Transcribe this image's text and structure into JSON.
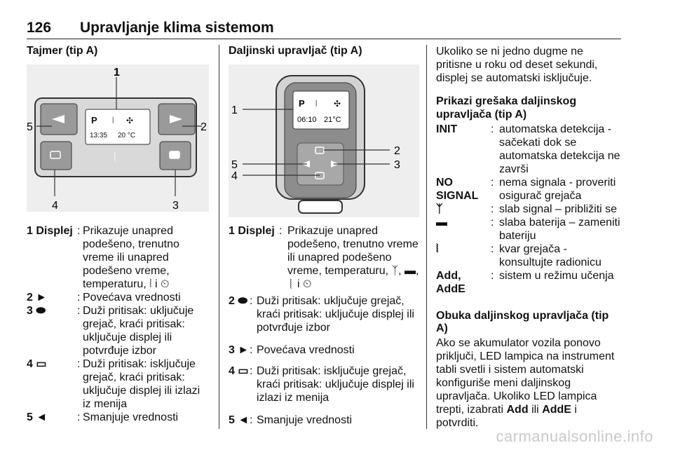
{
  "header": {
    "page_number": "126",
    "title": "Upravljanje klima sistemom"
  },
  "col1": {
    "title": "Tajmer (tip A)",
    "figure": {
      "screen_line1": "P",
      "screen_time": "13:35",
      "screen_temp": "20 °C",
      "callouts": [
        "1",
        "2",
        "3",
        "4",
        "5"
      ]
    },
    "items": [
      {
        "term": "1 Displej",
        "def": "Prikazuje unapred podešeno, trenutno vreme ili unapred podešeno vreme, temperaturu, ⦚ i ⏲"
      },
      {
        "term": "2 ►",
        "def": "Povećava vrednosti"
      },
      {
        "term": "3 ⬬",
        "def": "Duži pritisak: uključuje grejač, kraći pritisak: uključuje displej ili potvrđuje izbor"
      },
      {
        "term": "4 ▭",
        "def": "Duži pritisak: isključuje grejač, kraći pritisak: uključuje displej ili izlazi iz menija"
      },
      {
        "term": "5 ◄",
        "def": "Smanjuje vrednosti"
      }
    ]
  },
  "col2": {
    "title": "Daljinski upravljač (tip A)",
    "figure": {
      "screen_line1": "P",
      "screen_time": "06:10",
      "screen_temp": "21°C",
      "callouts": [
        "1",
        "2",
        "3",
        "4",
        "5"
      ]
    },
    "items": [
      {
        "term": "1 Displej",
        "def": "Prikazuje unapred podešeno, trenutno vreme ili unapred podešeno vreme, temperaturu, ᛉ, ▬, ⦚ i ⏲"
      },
      {
        "term": "2 ⬬",
        "def": "Duži pritisak: uključuje grejač, kraći pritisak: uključuje displej ili potvrđuje izbor"
      },
      {
        "term": "3 ►",
        "def": "Povećava vrednosti"
      },
      {
        "term": "4 ▭",
        "def": "Duži pritisak: isključuje grejač, kraći pritisak: uključuje displej ili izlazi iz menija"
      },
      {
        "term": "5 ◄",
        "def": "Smanjuje vrednosti"
      }
    ]
  },
  "col3": {
    "intro": "Ukoliko se ni jedno dugme ne pritisne u roku od deset sekundi, displej se automatski isključuje.",
    "errors_title": "Prikazi grešaka daljinskog upravljača (tip A)",
    "errors": [
      {
        "term": "INIT",
        "def": "automatska detekcija - sačekati dok se automatska detekcija ne završi"
      },
      {
        "term": "NO SIGNAL",
        "def": "nema signala - proveriti osigurač grejača"
      },
      {
        "term": "ᛉ",
        "def": "slab signal – približiti se"
      },
      {
        "term": "▬",
        "def": "slaba baterija – zameniti bateriju"
      },
      {
        "term": "⦚",
        "def": "kvar grejača - konsultujte radionicu"
      },
      {
        "term": "Add, AddE",
        "def": "sistem u režimu učenja"
      }
    ],
    "training_title": "Obuka daljinskog upravljača (tip A)",
    "training_text_1": "Ako se akumulator vozila ponovo priključi, LED lampica na instrument tabli svetli i sistem automatski konfiguriše meni daljinskog upravljača. Ukoliko LED lampica trepti, izabrati",
    "training_add": "Add",
    "training_or": "ili",
    "training_adde": "AddE",
    "training_text_2": "i potvrditi."
  },
  "watermark": "carmanualsonline.info"
}
